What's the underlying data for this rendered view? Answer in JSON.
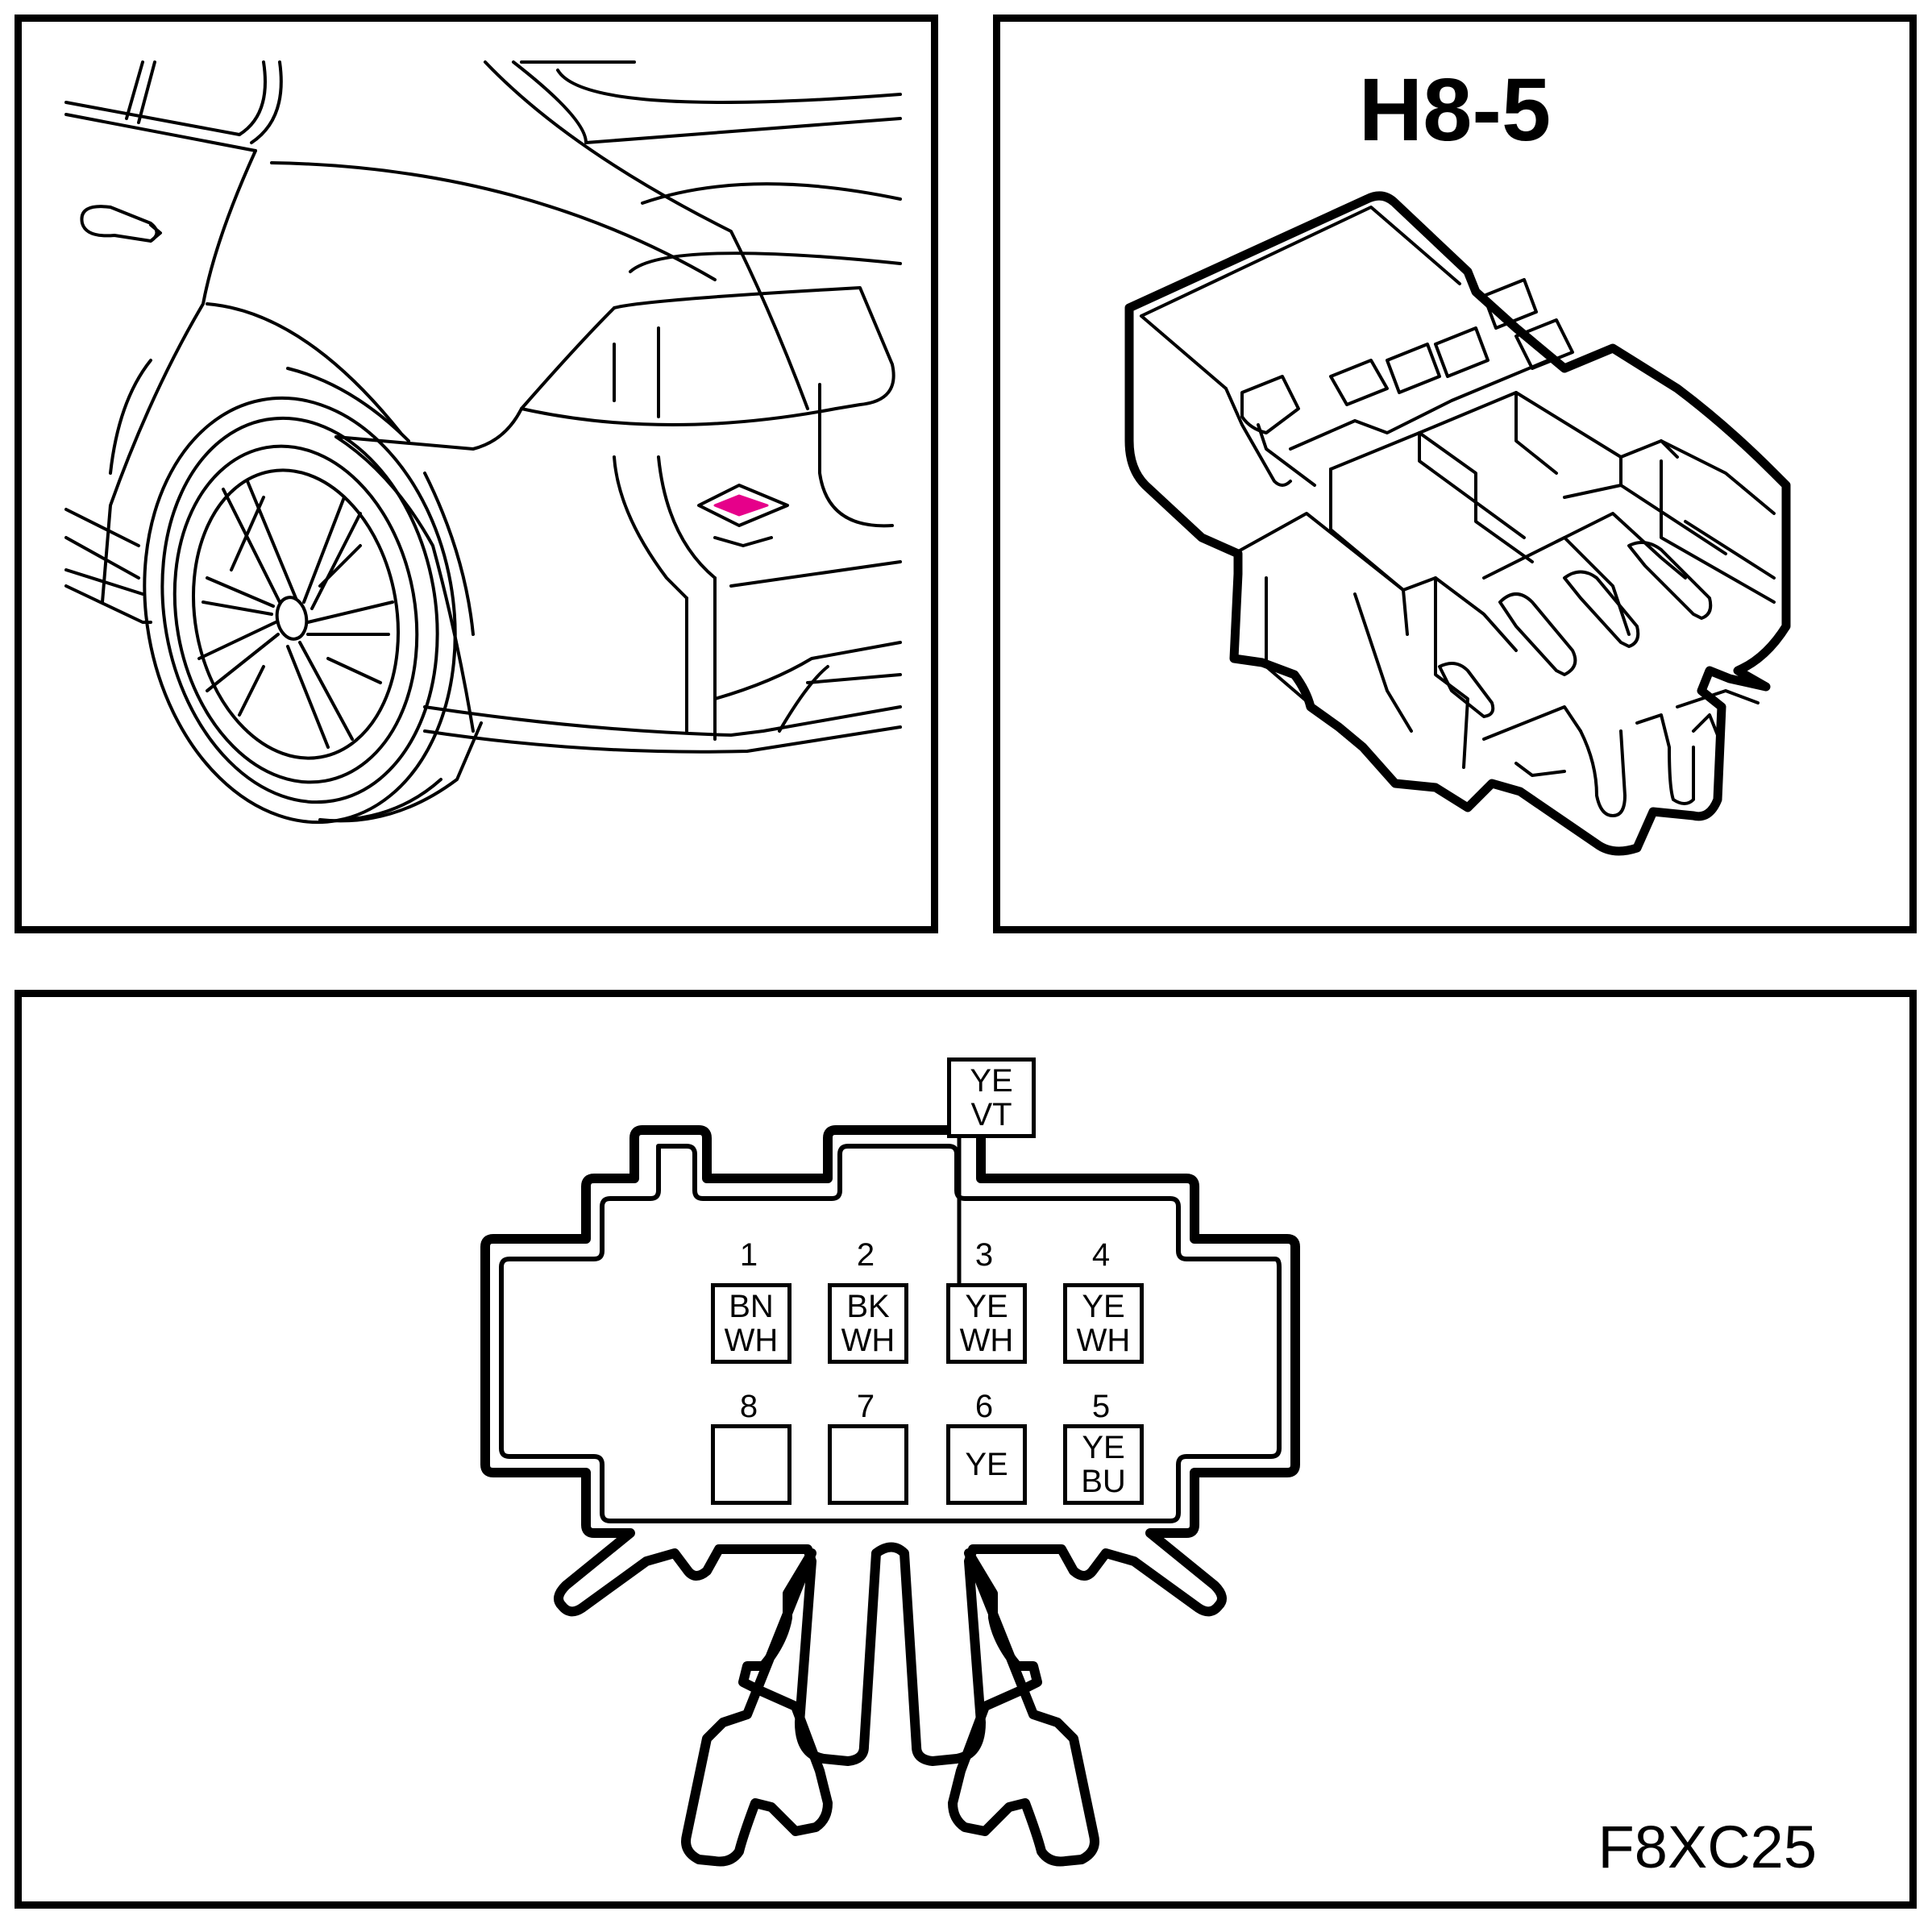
{
  "connector": {
    "id": "H8-5",
    "figure_code": "F8XC25",
    "highlight_color": "#e6008a"
  },
  "pins": [
    {
      "number": "1",
      "colors": [
        "BN",
        "WH"
      ]
    },
    {
      "number": "2",
      "colors": [
        "BK",
        "WH"
      ]
    },
    {
      "number": "3",
      "colors": [
        "YE",
        "WH"
      ]
    },
    {
      "number": "4",
      "colors": [
        "YE",
        "WH"
      ]
    },
    {
      "number": "8",
      "colors": []
    },
    {
      "number": "7",
      "colors": []
    },
    {
      "number": "6",
      "colors": [
        "YE"
      ]
    },
    {
      "number": "5",
      "colors": [
        "YE",
        "BU"
      ]
    }
  ],
  "external_wire": {
    "colors": [
      "YE",
      "VT"
    ]
  }
}
